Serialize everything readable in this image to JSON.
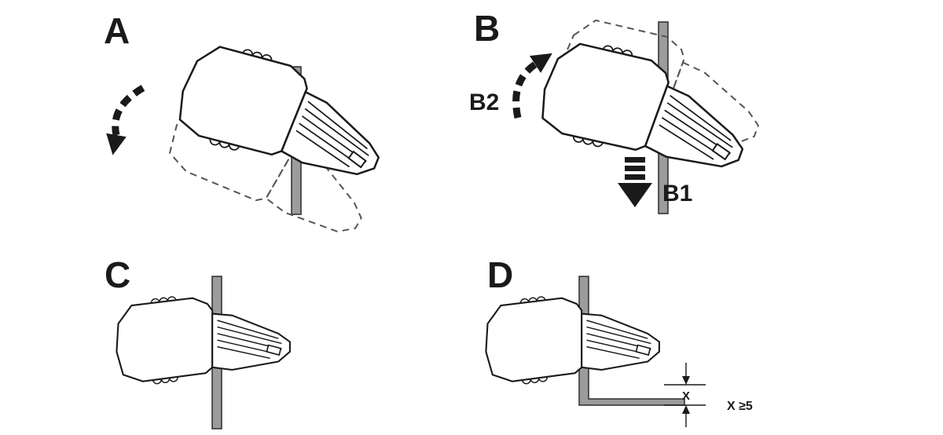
{
  "diagram": {
    "colors": {
      "line": "#1a1a1a",
      "panel_bar": "#9c9c9c",
      "background": "#ffffff",
      "ghost_outline": "#555555"
    },
    "panels": {
      "a": {
        "label": "A"
      },
      "b": {
        "label": "B",
        "step_rotate_label": "B2",
        "step_down_label": "B1"
      },
      "c": {
        "label": "C"
      },
      "d": {
        "label": "D",
        "dimension_label": "X",
        "dimension_note": "X ≥5"
      }
    }
  }
}
